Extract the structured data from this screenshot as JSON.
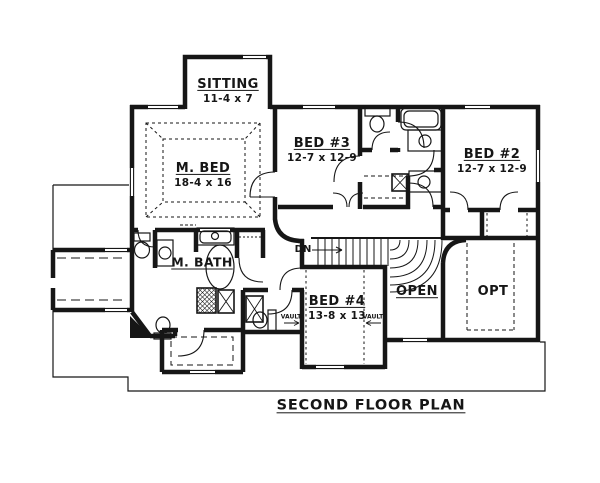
{
  "document": {
    "title": "SECOND FLOOR PLAN"
  },
  "rooms": {
    "sitting": {
      "name": "SITTING",
      "dims": "11-4 x 7"
    },
    "master_bed": {
      "name": "M. BED",
      "dims": "18-4 x 16"
    },
    "bed_3": {
      "name": "BED #3",
      "dims": "12-7 x 12-9"
    },
    "bed_2": {
      "name": "BED #2",
      "dims": "12-7 x 12-9"
    },
    "master_bath": {
      "name": "M. BATH"
    },
    "bed_4": {
      "name": "BED #4",
      "dims": "13-8 x 13"
    },
    "open_to_below": {
      "name": "OPEN"
    },
    "optional_area": {
      "name": "OPT"
    }
  },
  "annotations": {
    "stairs_down": "DN",
    "vault_left": "VAULT",
    "vault_right": "VAULT"
  },
  "colors": {
    "ink": "#161616",
    "paper": "#ffffff"
  }
}
